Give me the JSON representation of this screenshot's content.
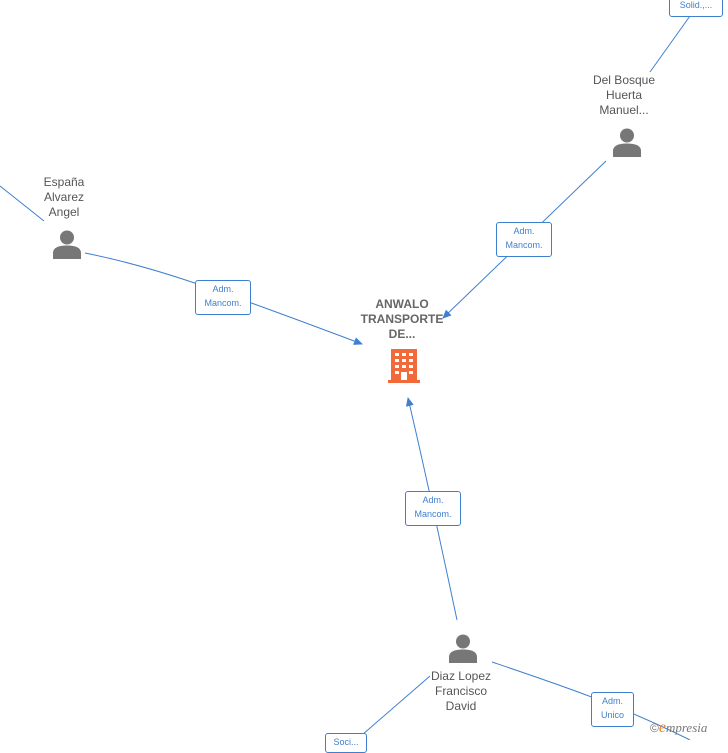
{
  "colors": {
    "edge": "#3f7fcf",
    "company_icon": "#f26a3a",
    "person_icon": "#777777",
    "label_text": "#555555"
  },
  "company": {
    "lines": [
      "ANWALO",
      "TRANSPORTE",
      "DE..."
    ],
    "icon": "building-icon"
  },
  "persons": [
    {
      "id": "espana",
      "lines": [
        "España",
        "Alvarez",
        "Angel"
      ],
      "icon": "person-icon"
    },
    {
      "id": "delbosque",
      "lines": [
        "Del Bosque",
        "Huerta",
        "Manuel..."
      ],
      "icon": "person-icon"
    },
    {
      "id": "diaz",
      "lines": [
        "Diaz Lopez",
        "Francisco",
        "David"
      ],
      "icon": "person-icon"
    }
  ],
  "edges": [
    {
      "id": "espana-company",
      "lines": [
        "Adm.",
        "Mancom."
      ]
    },
    {
      "id": "delbosque-company",
      "lines": [
        "Adm.",
        "Mancom."
      ]
    },
    {
      "id": "diaz-company",
      "lines": [
        "Adm.",
        "Mancom."
      ]
    },
    {
      "id": "diaz-other",
      "lines": [
        "Adm.",
        "Unico"
      ]
    },
    {
      "id": "top-right",
      "lines": [
        "Solid.,..."
      ]
    },
    {
      "id": "bottom-left",
      "lines": [
        "Soci..."
      ]
    }
  ],
  "watermark": {
    "copyright": "©",
    "brand_initial": "e",
    "brand_rest": "mpresia"
  }
}
